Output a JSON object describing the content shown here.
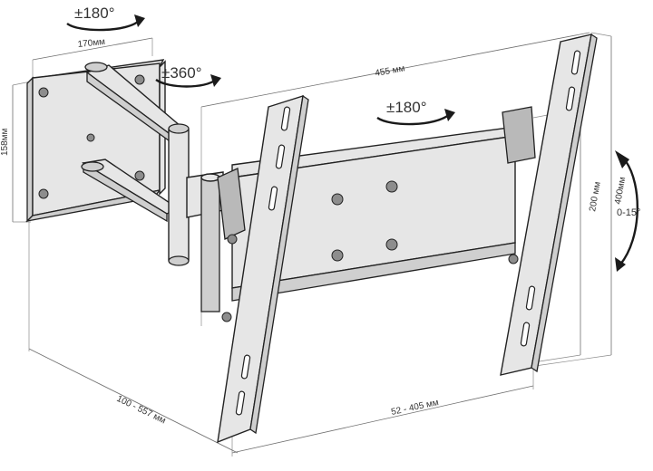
{
  "rotations": {
    "top": "±180°",
    "middle": "±360°",
    "plate": "±180°"
  },
  "tilt": "0-15°",
  "dimensions": {
    "wall_plate_width": "170мм",
    "wall_plate_height": "158мм",
    "hole_pattern_width": "455 мм",
    "hole_pattern_height_inner": "200 мм",
    "hole_pattern_height_outer": "400мм",
    "wall_distance": "100 - 557 мм",
    "rail_spacing": "52 - 405 мм"
  }
}
